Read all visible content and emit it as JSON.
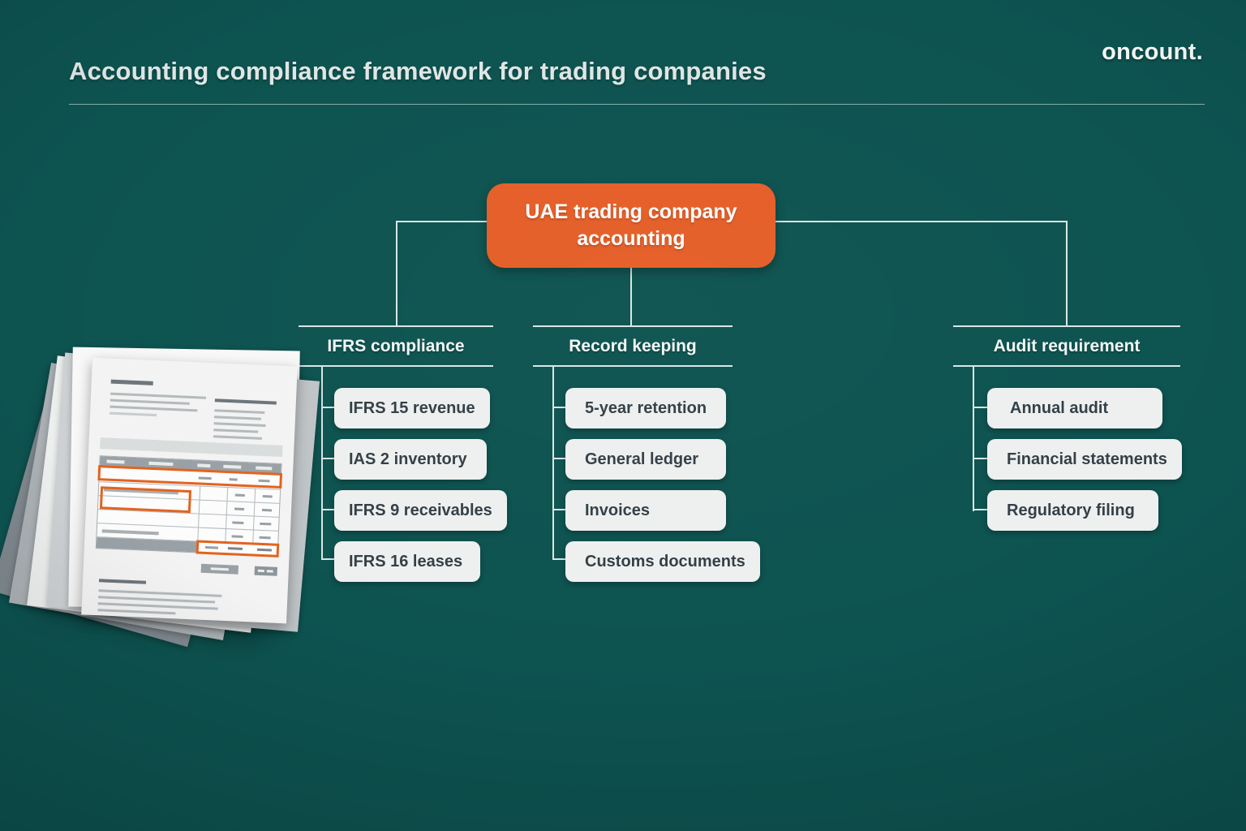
{
  "header": {
    "title": "Accounting compliance framework for trading companies",
    "logo": "oncount."
  },
  "root": {
    "label": "UAE trading company accounting"
  },
  "branches": [
    {
      "label": "IFRS compliance",
      "items": [
        "IFRS 15 revenue",
        "IAS 2 inventory",
        "IFRS 9 receivables",
        "IFRS 16 leases"
      ]
    },
    {
      "label": "Record keeping",
      "items": [
        "5-year retention",
        "General ledger",
        "Invoices",
        "Customs documents"
      ]
    },
    {
      "label": "Audit requirement",
      "items": [
        "Annual audit",
        "Financial statements",
        "Regulatory filing"
      ]
    }
  ],
  "illustration": {
    "name": "invoice-document-stack"
  },
  "colors": {
    "background": "#0d5350",
    "accent": "#e55e27",
    "connector": "#d8e7e5",
    "pill_background": "#eef0ef",
    "pill_text": "#333f47",
    "heading_text": "#f2f7f6",
    "title_text": "#dfe6e5"
  }
}
